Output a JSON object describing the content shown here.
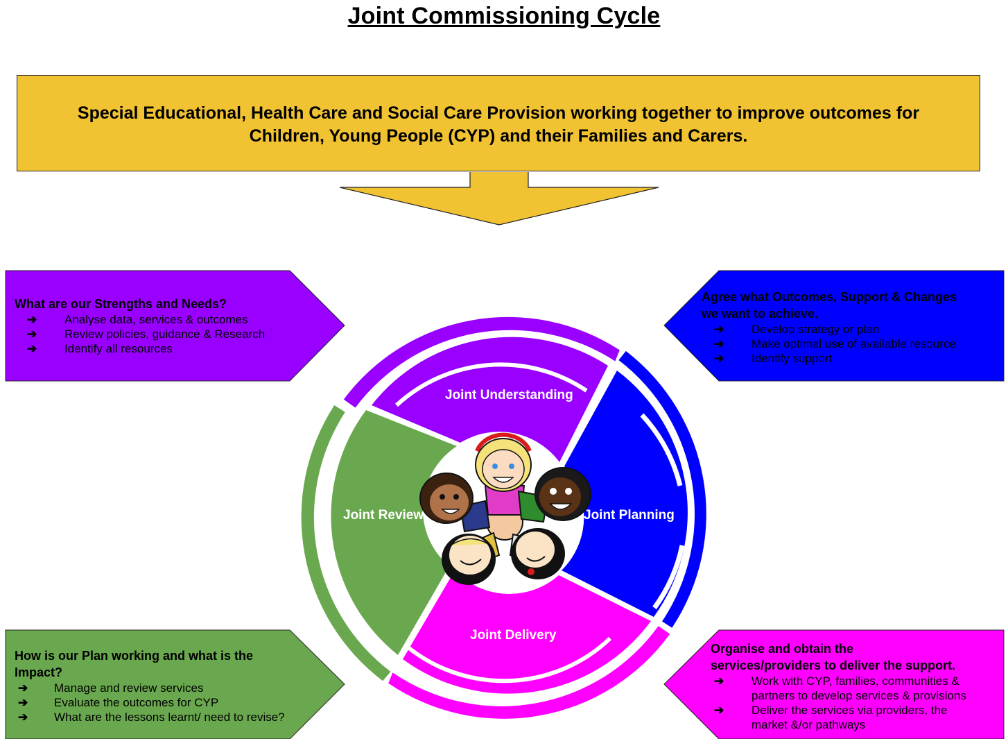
{
  "title": "Joint Commissioning Cycle",
  "banner": {
    "text": "Special Educational, Health Care and Social Care Provision working together to improve outcomes for\nChildren, Young People (CYP) and their Families and Carers."
  },
  "colors": {
    "banner": "#f1c232",
    "purple": "#9900ff",
    "blue": "#0000ff",
    "green": "#6aa84f",
    "magenta": "#ff00ff"
  },
  "boxes": {
    "strengths": {
      "heading": "What are our Strengths and Needs?",
      "items": [
        "Analyse data, services & outcomes",
        "Review policies, guidance & Research",
        "Identify all resources"
      ]
    },
    "outcomes": {
      "heading": "Agree what Outcomes, Support & Changes\nwe want to achieve.",
      "items": [
        "Develop strategy or plan",
        "Make optimal use of available resource",
        "Identify support"
      ]
    },
    "impact": {
      "heading": "How is our Plan working and what is the\nImpact?",
      "items": [
        "Manage and review services",
        "Evaluate the outcomes for CYP",
        "What are the lessons learnt/ need to revise?"
      ]
    },
    "organise": {
      "heading": "Organise and obtain the\nservices/providers to deliver the support.",
      "items": [
        "Work with CYP, families, communities &\npartners to develop services & provisions",
        "Deliver the services via providers, the\nmarket &/or pathways"
      ]
    }
  },
  "bullet_symbol": "➔",
  "cycle": {
    "understanding": "Joint Understanding",
    "planning": "Joint Planning",
    "delivery": "Joint Delivery",
    "review": "Joint Review"
  },
  "center_image": "children-holding-hands-illustration"
}
